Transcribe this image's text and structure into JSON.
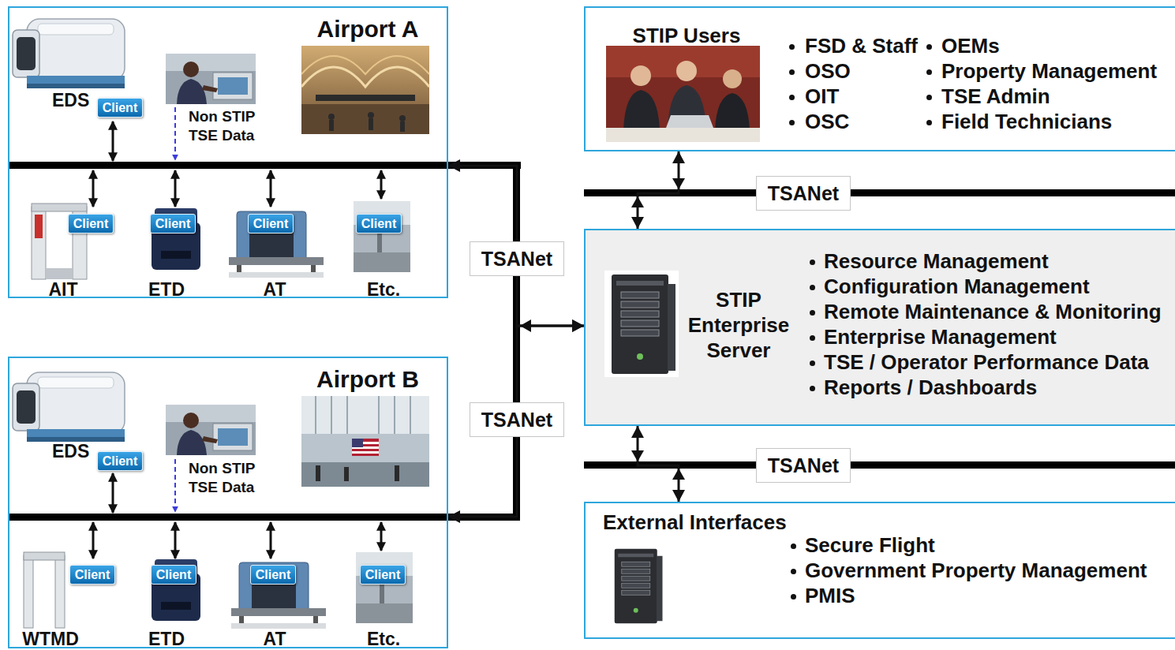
{
  "diagram": {
    "nodes": [
      {
        "text": [
          "Airport A"
        ]
      },
      {
        "text": [
          "Client"
        ],
        "in": 0
      },
      {
        "text": [
          "Client"
        ],
        "in": 0
      },
      {
        "text": [
          "Client"
        ],
        "in": 0
      },
      {
        "text": [
          "Client"
        ],
        "in": 0
      },
      {
        "text": [
          "Client"
        ],
        "in": 0
      },
      {
        "text": [
          "STIP Users",
          "FSD & Staff",
          "OSO",
          "OIT",
          "OSC",
          "OEMs",
          "Property Management",
          "TSE Admin",
          "Field Technicians"
        ]
      },
      {
        "text": [
          "STIP Enterprise Server",
          "Resource Management",
          "Configuration Management",
          "Remote Maintenance & Monitoring",
          "Enterprise Management",
          "TSE / Operator Performance Data",
          "Reports / Dashboards"
        ]
      },
      {
        "text": [
          "Airport B"
        ]
      },
      {
        "text": [
          "Client"
        ],
        "in": 8
      },
      {
        "text": [
          "Client"
        ],
        "in": 8
      },
      {
        "text": [
          "Client"
        ],
        "in": 8
      },
      {
        "text": [
          "Client"
        ],
        "in": 8
      },
      {
        "text": [
          "Client"
        ],
        "in": 8
      },
      {
        "text": [
          "External Interfaces",
          "Secure Flight",
          "Government Property Management",
          "PMIS"
        ]
      }
    ],
    "edges": [
      {
        "from": 6,
        "to": 7,
        "arrow": "both",
        "label": "TSANet"
      },
      {
        "from": 0,
        "to": 7,
        "arrow": "both",
        "label": "TSANet"
      },
      {
        "from": 8,
        "to": 7,
        "arrow": "both",
        "label": "TSANet"
      },
      {
        "from": 7,
        "to": 14,
        "arrow": "both",
        "label": "TSANet"
      }
    ],
    "labels": [
      "EDS",
      "Non STIP TSE Data",
      "AIT",
      "ETD",
      "AT",
      "Etc.",
      "EDS",
      "Non STIP TSE Data",
      "WTMD",
      "ETD",
      "AT",
      "Etc."
    ]
  }
}
